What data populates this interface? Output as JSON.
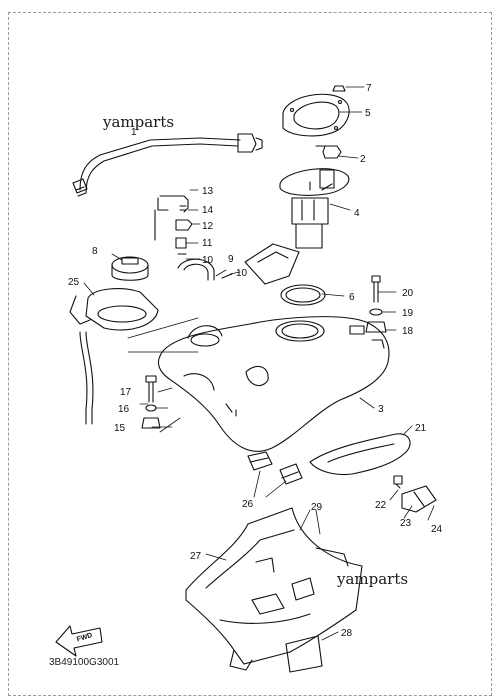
{
  "watermarks": [
    "yamparts",
    "yamparts"
  ],
  "drawing_code": "3B49100G3001",
  "fwd_badge": "FWD",
  "callouts": [
    "1",
    "2",
    "3",
    "4",
    "5",
    "6",
    "7",
    "8",
    "9",
    "10",
    "10",
    "11",
    "12",
    "13",
    "14",
    "15",
    "16",
    "17",
    "18",
    "19",
    "20",
    "21",
    "22",
    "23",
    "24",
    "25",
    "26",
    "27",
    "28",
    "29"
  ]
}
